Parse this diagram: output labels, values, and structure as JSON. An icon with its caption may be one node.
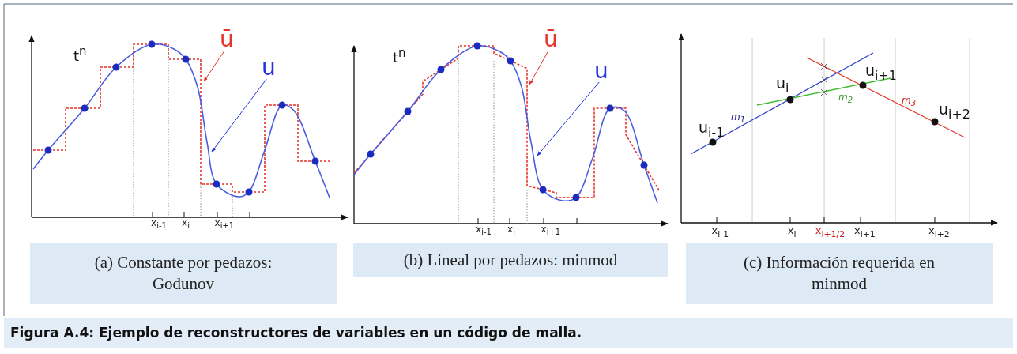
{
  "diagram": {
    "caption": "Figura A.4: Ejemplo de reconstructores de variables en un código de malla.",
    "nodes": [
      {
        "text": [
          "(a) Constante por pedazos: Godunov"
        ]
      },
      {
        "text": [
          "(b) Lineal por pedazos: minmod"
        ]
      },
      {
        "text": [
          "(c) Información requerida en minmod"
        ]
      },
      {
        "text": [
          "ū"
        ]
      },
      {
        "text": [
          "u"
        ]
      },
      {
        "text": [
          "ū"
        ]
      },
      {
        "text": [
          "u"
        ]
      }
    ],
    "edges": [
      {
        "from": 3,
        "to": null,
        "arrow": "to",
        "color": "#e8322a"
      },
      {
        "from": 4,
        "to": null,
        "arrow": "to",
        "color": "#2233dd"
      },
      {
        "from": 5,
        "to": null,
        "arrow": "to",
        "color": "#e8322a"
      },
      {
        "from": 6,
        "to": null,
        "arrow": "to",
        "color": "#2233dd"
      }
    ],
    "labels": [
      "t$^{n}$",
      "x$_{i-1}$",
      "x$_{i}$",
      "x$_{i+1}$",
      "t$^{n}$",
      "x$_{i-1}$",
      "x$_{i}$",
      "x$_{i+1}$",
      "u$_{i+1}$",
      "u$_{i}$",
      "m$_{2}$",
      "m$_{3}$",
      "u$_{i-1}$",
      "m$_{1}$",
      "u$_{i+2}$",
      "x$_{i-1}$",
      "x$_{i}$",
      "x$_{i+1/2}$",
      "x$_{i+1}$",
      "x$_{i+2}$"
    ]
  }
}
